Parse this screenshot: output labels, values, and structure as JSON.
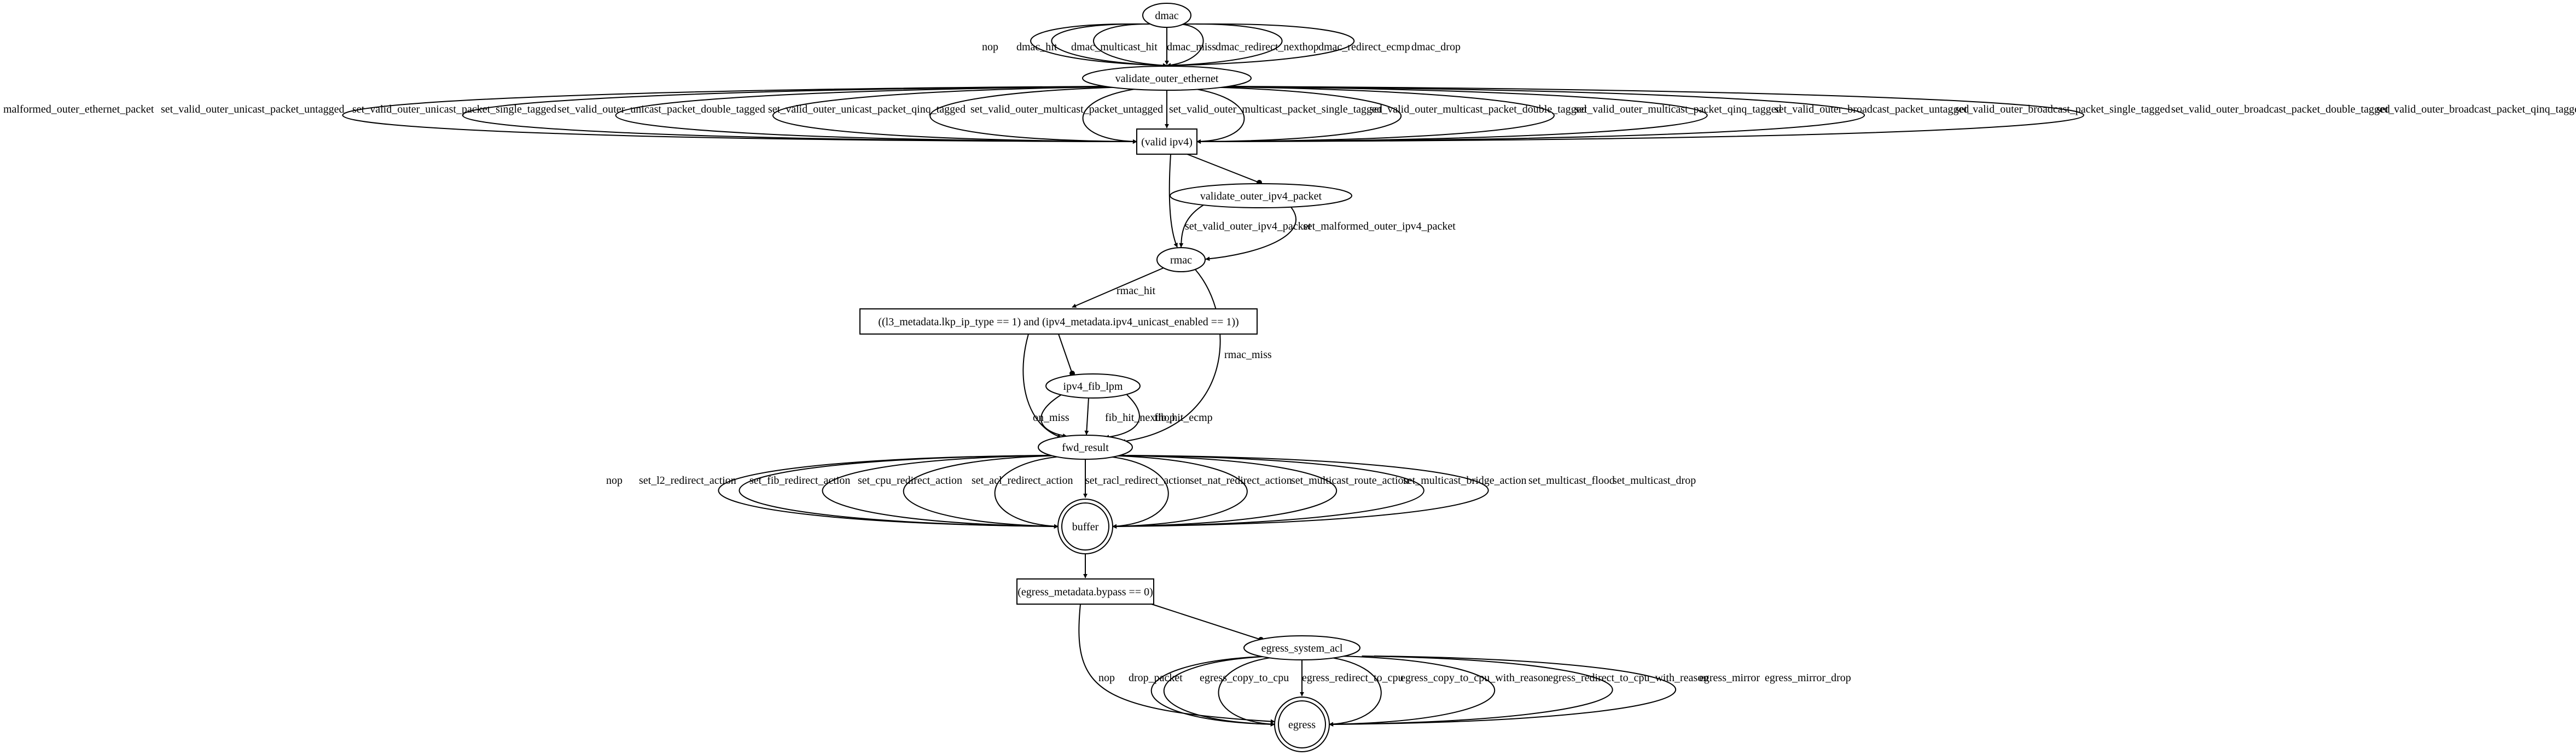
{
  "nodes": {
    "dmac": "dmac",
    "validate_outer_ethernet": "validate_outer_ethernet",
    "cond_valid_ipv4": "(valid ipv4)",
    "validate_outer_ipv4_packet": "validate_outer_ipv4_packet",
    "rmac": "rmac",
    "cond_l3": "((l3_metadata.lkp_ip_type == 1) and (ipv4_metadata.ipv4_unicast_enabled == 1))",
    "ipv4_fib_lpm": "ipv4_fib_lpm",
    "fwd_result": "fwd_result",
    "buffer": "buffer",
    "cond_egress": "(egress_metadata.bypass == 0)",
    "egress_system_acl": "egress_system_acl",
    "egress": "egress"
  },
  "edges": {
    "dmac_to_voe": [
      "nop",
      "dmac_hit",
      "dmac_multicast_hit",
      "dmac_miss",
      "dmac_redirect_nexthop",
      "dmac_redirect_ecmp",
      "dmac_drop"
    ],
    "voe_to_valid_ipv4": [
      "malformed_outer_ethernet_packet",
      "set_valid_outer_unicast_packet_untagged",
      "set_valid_outer_unicast_packet_single_tagged",
      "set_valid_outer_unicast_packet_double_tagged",
      "set_valid_outer_unicast_packet_qinq_tagged",
      "set_valid_outer_multicast_packet_untagged",
      "set_valid_outer_multicast_packet_single_tagged",
      "set_valid_outer_multicast_packet_double_tagged",
      "set_valid_outer_multicast_packet_qinq_tagged",
      "set_valid_outer_broadcast_packet_untagged",
      "set_valid_outer_broadcast_packet_single_tagged",
      "set_valid_outer_broadcast_packet_double_tagged",
      "set_valid_outer_broadcast_packet_qinq_tagged"
    ],
    "voip_to_rmac": [
      "set_valid_outer_ipv4_packet",
      "set_malformed_outer_ipv4_packet"
    ],
    "rmac_hit": "rmac_hit",
    "rmac_miss": "rmac_miss",
    "fib_to_fwd": [
      "on_miss",
      "fib_hit_nexthop",
      "fib_hit_ecmp"
    ],
    "fwd_to_buffer": [
      "nop",
      "set_l2_redirect_action",
      "set_fib_redirect_action",
      "set_cpu_redirect_action",
      "set_acl_redirect_action",
      "set_racl_redirect_action",
      "set_nat_redirect_action",
      "set_multicast_route_action",
      "set_multicast_bridge_action",
      "set_multicast_flood",
      "set_multicast_drop"
    ],
    "acl_to_egress": [
      "nop",
      "drop_packet",
      "egress_copy_to_cpu",
      "egress_redirect_to_cpu",
      "egress_copy_to_cpu_with_reason",
      "egress_redirect_to_cpu_with_reason",
      "egress_mirror",
      "egress_mirror_drop"
    ]
  }
}
